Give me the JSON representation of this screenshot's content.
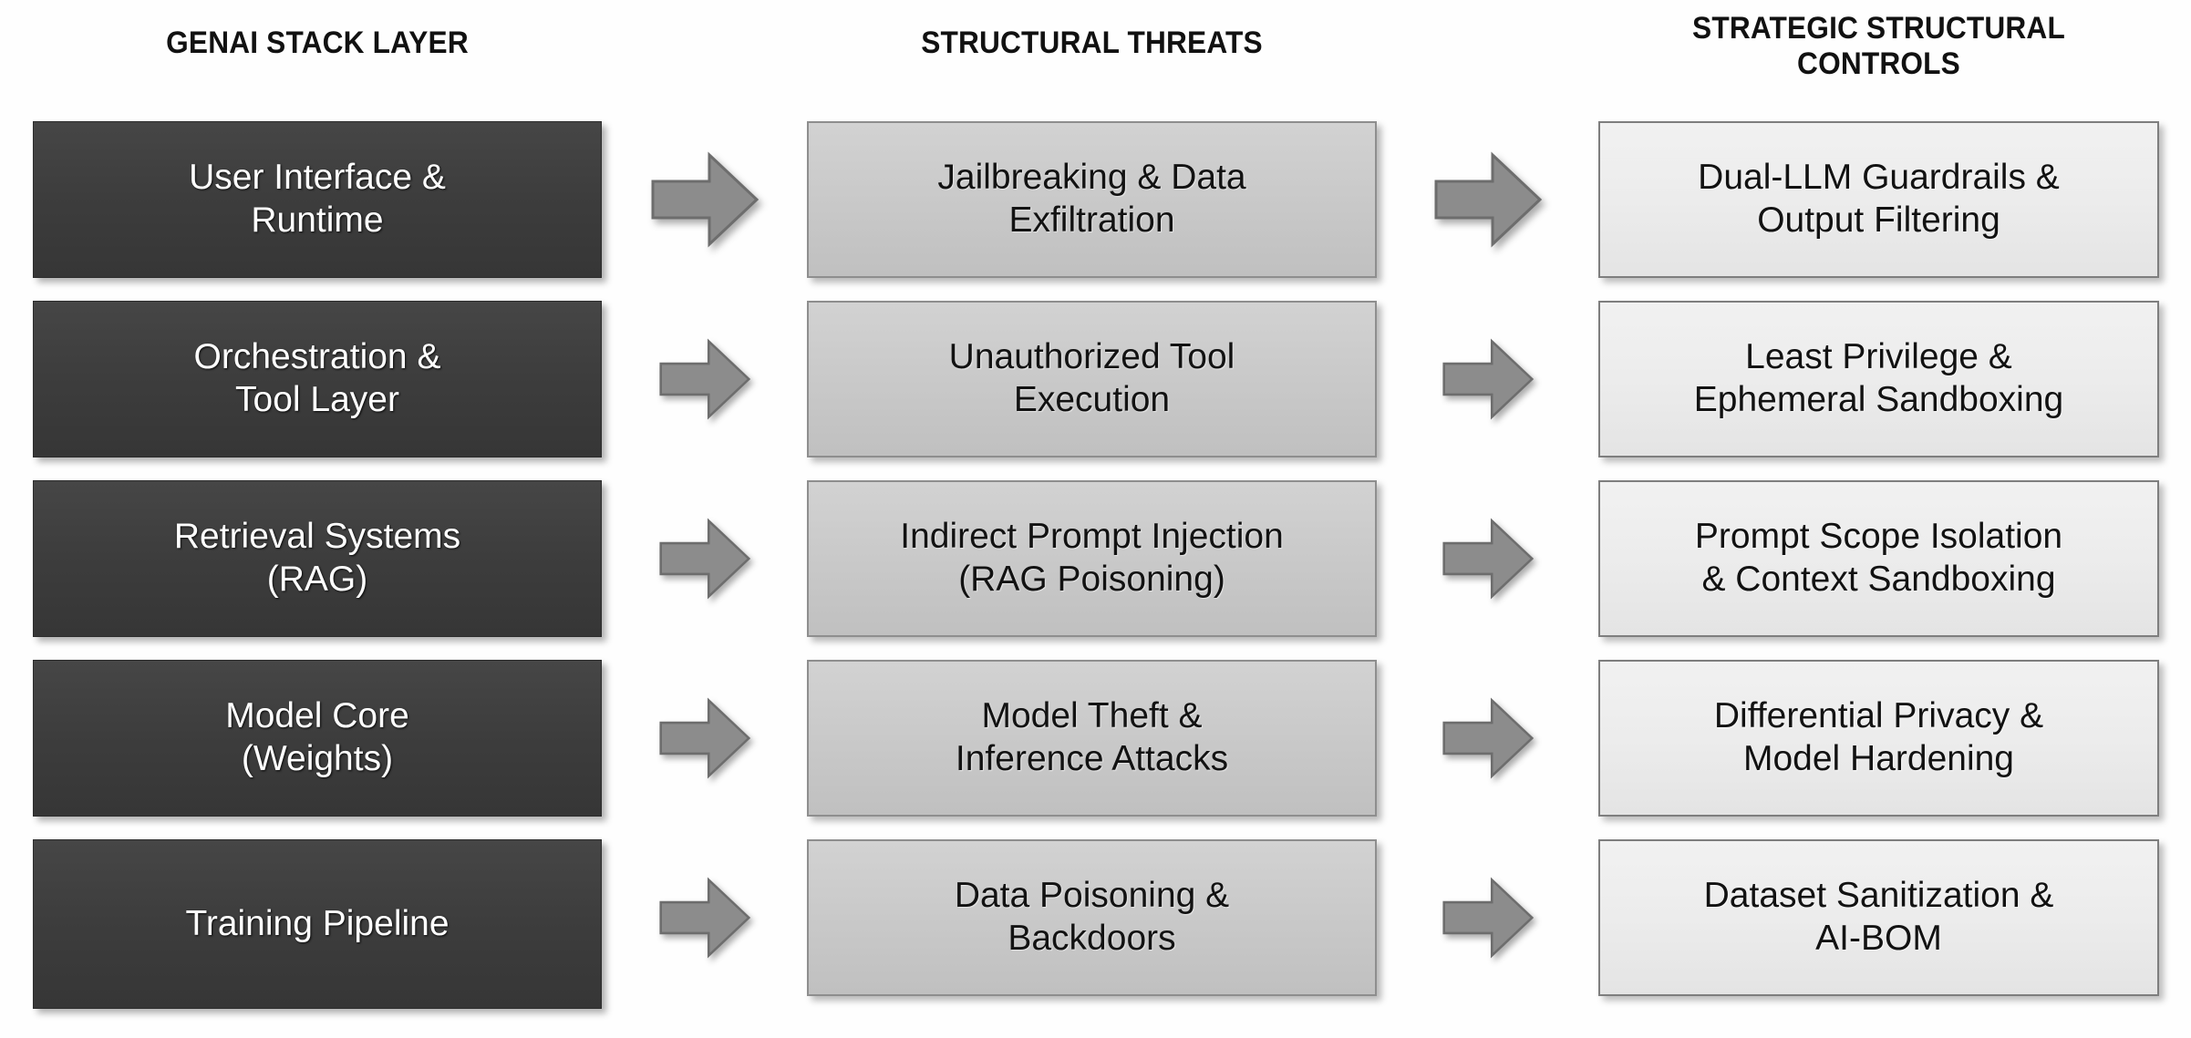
{
  "headers": {
    "col1": "GENAI STACK LAYER",
    "col2": "STRUCTURAL THREATS",
    "col3": "STRATEGIC STRUCTURAL\nCONTROLS"
  },
  "colors": {
    "background": "#ffffff",
    "stack_layer_box": "#3d3d3d",
    "stack_layer_text": "#ffffff",
    "threat_box": "#c8c8c8",
    "control_box": "#ececec",
    "body_text": "#121212",
    "arrow_fill": "#8c8c8c",
    "arrow_stroke": "#6d6d6d",
    "header_text": "#111111"
  },
  "arrow_icon_name": "right-block-arrow-icon",
  "rows": [
    {
      "stack_layer": "User Interface &\nRuntime",
      "threat": "Jailbreaking & Data\nExfiltration",
      "control": "Dual-LLM Guardrails &\nOutput Filtering"
    },
    {
      "stack_layer": "Orchestration &\nTool Layer",
      "threat": "Unauthorized Tool\nExecution",
      "control": "Least Privilege &\nEphemeral Sandboxing"
    },
    {
      "stack_layer": "Retrieval Systems\n(RAG)",
      "threat": "Indirect Prompt Injection\n(RAG Poisoning)",
      "control": "Prompt Scope Isolation\n& Context Sandboxing"
    },
    {
      "stack_layer": "Model Core\n(Weights)",
      "threat": "Model Theft &\nInference Attacks",
      "control": "Differential Privacy &\nModel Hardening"
    },
    {
      "stack_layer": "Training Pipeline",
      "threat": "Data Poisoning &\nBackdoors",
      "control": "Dataset Sanitization &\nAI-BOM"
    }
  ]
}
